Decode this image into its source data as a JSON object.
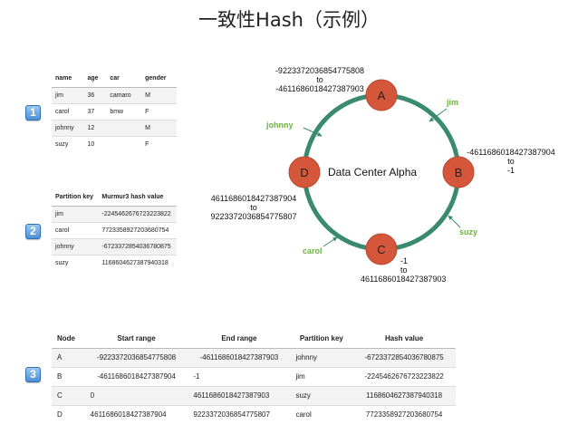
{
  "title": "一致性Hash（示例）",
  "badges": [
    "1",
    "2",
    "3"
  ],
  "table1": {
    "headers": [
      "name",
      "age",
      "car",
      "gender"
    ],
    "rows": [
      [
        "jim",
        "36",
        "camaro",
        "M"
      ],
      [
        "carol",
        "37",
        "bmw",
        "F"
      ],
      [
        "johnny",
        "12",
        "",
        "M"
      ],
      [
        "suzy",
        "10",
        "",
        "F"
      ]
    ]
  },
  "table2": {
    "headers": [
      "Partition key",
      "Murmur3 hash value"
    ],
    "rows": [
      [
        "jim",
        "-2245462676723223822"
      ],
      [
        "carol",
        "7723358927203680754"
      ],
      [
        "johnny",
        "-6723372854036780875"
      ],
      [
        "suzy",
        "1168604627387940318"
      ]
    ]
  },
  "ring": {
    "center_label": "Data Center Alpha",
    "nodes": [
      {
        "name": "A"
      },
      {
        "name": "B"
      },
      {
        "name": "C"
      },
      {
        "name": "D"
      }
    ],
    "ranges": {
      "a": [
        "-9223372036854775808",
        "to",
        "-4611686018427387903"
      ],
      "b": [
        "-4611686018427387904",
        "to",
        "-1"
      ],
      "c": [
        "-1",
        "to",
        "4611686018427387903"
      ],
      "d": [
        "4611686018427387904",
        "to",
        "9223372036854775807"
      ]
    },
    "keys": {
      "jim": "jim",
      "suzy": "suzy",
      "carol": "carol",
      "johnny": "johnny"
    },
    "ring_color": "#3a8a6e",
    "node_color": "#d4573b",
    "key_color": "#6cb33e"
  },
  "table3": {
    "headers": [
      "Node",
      "Start range",
      "End range",
      "Partition key",
      "Hash value"
    ],
    "rows": [
      [
        "A",
        "-9223372036854775808",
        "-4611686018427387903",
        "johnny",
        "-6723372854036780875"
      ],
      [
        "B",
        "-4611686018427387904",
        "-1",
        "jim",
        "-2245462676723223822"
      ],
      [
        "C",
        "0",
        "4611686018427387903",
        "suzy",
        "1168604627387940318"
      ],
      [
        "D",
        "4611686018427387904",
        "9223372036854775807",
        "carol",
        "7723358927203680754"
      ]
    ]
  }
}
